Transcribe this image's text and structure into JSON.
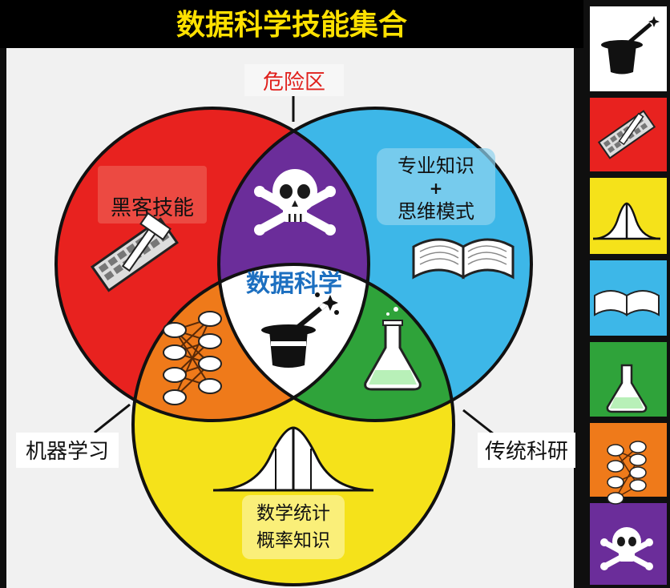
{
  "title": "数据科学技能集合",
  "labels": {
    "danger_zone": "危险区",
    "hacking": "黑客技能",
    "expertise_line1": "专业知识",
    "expertise_plus": "+",
    "expertise_line2": "思维模式",
    "data_science": "数据科学",
    "machine_learning": "机器学习",
    "traditional_research": "传统科研",
    "stats_line1": "数学统计",
    "stats_line2": "概率知识"
  },
  "colors": {
    "hacking": "#e8221f",
    "expertise": "#3db7e8",
    "stats": "#f5e21a",
    "danger": "#6b2d9a",
    "ml": "#ef7a1a",
    "research": "#2fa33a",
    "center": "#ffffff",
    "title_bg": "#000000",
    "title_text": "#ffe100",
    "danger_label": "#e0201c",
    "data_science_label": "#1c6fc0"
  },
  "legend": [
    {
      "name": "magic-hat-icon",
      "color": "#ffffff"
    },
    {
      "name": "keyboard-hammer-icon",
      "color": "#e8221f"
    },
    {
      "name": "bell-curve-icon",
      "color": "#f5e21a"
    },
    {
      "name": "open-book-icon",
      "color": "#3db7e8"
    },
    {
      "name": "flask-icon",
      "color": "#2fa33a"
    },
    {
      "name": "neural-net-icon",
      "color": "#ef7a1a"
    },
    {
      "name": "skull-icon",
      "color": "#6b2d9a"
    }
  ]
}
